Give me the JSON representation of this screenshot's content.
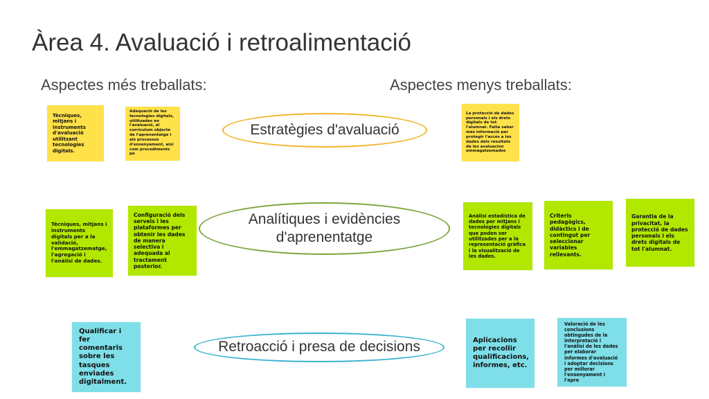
{
  "title": "Àrea 4. Avaluació i retroalimentació",
  "left_heading": "Aspectes més treballats:",
  "right_heading": "Aspectes menys treballats:",
  "categories": [
    {
      "label": "Estratègies d'avaluació",
      "color": "#f0b429"
    },
    {
      "label": "Analítiques i evidències d'aprenentatge",
      "color": "#7aa53a"
    },
    {
      "label": "Retroacció i presa de decisions",
      "color": "#3bb3cf"
    }
  ],
  "notes": {
    "y1": "Tècniques, mitjans i instruments d'avaluació utilitzant tecnologies digitals.",
    "y2": "Adequació de les tecnologies digitals, utilitzades en l'avaluació, al curriculum objecte de l'aprenentatge i als processos d'ensenyament, així com procediments pe",
    "y3": "La protecció de dades personals i els drets digitals de tot l'alumnat. Falta saber més informació per protegir l'accés a les dades dels resultats de les avaluacion emmagatzemades",
    "g1": "Tècniques, mitjans i instruments digitals per a la validació, l'emmagatzematge, l'agregació i l'anàlisi de dades.",
    "g2": "Configuració dels serveis i les plataformes per obtenir les dades de manera selectiva i adequada al tractament posterior.",
    "g3": "Anàlisi estadística de dades per mitjans i tecnologies digitals que poden ser utilitzades per a la representació gràfica i la visualització de les dades.",
    "g4": "Criteris pedagògics, didàctics i de contingut per seleccionar variables rellevants.",
    "g5": "Garantia de la privacitat, la protecció de dades personals i els drets digitals de tot l'alumnat.",
    "b1": "Qualificar i fer comentaris sobre les tasques enviades digitalment.",
    "b2": "Aplicacions per recollir qualificacions, informes, etc.",
    "b3": "Valoració de les conclusions obtingudes de la interpretació i l'anàlisi de les dades per elaborar informes d'avaluació i adoptar decisions per millorar l'ensenyament i l'apre"
  }
}
